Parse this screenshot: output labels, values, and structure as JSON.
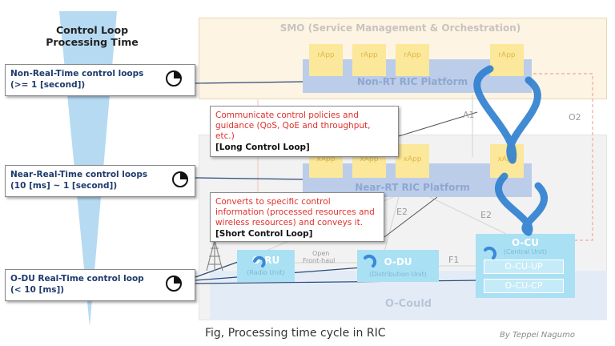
{
  "heading": {
    "line1": "Control Loop",
    "line2": "Processing Time"
  },
  "loops": [
    {
      "line1": "Non-Real-Time control loops",
      "line2": "(>= 1 [second])"
    },
    {
      "line1": "Near-Real-Time control loops",
      "line2": "(10 [ms] ~ 1 [second])"
    },
    {
      "line1": "O-DU Real-Time control loop",
      "line2": "(< 10 [ms])"
    }
  ],
  "smo": {
    "title": "SMO (Service Management & Orchestration)",
    "apps": [
      "rApp",
      "rApp",
      "rApp",
      "rApp"
    ],
    "platform": "Non-RT RIC Platform"
  },
  "near_rt": {
    "apps": [
      "xApp",
      "xApp",
      "xApp",
      "xApp"
    ],
    "platform": "Near-RT RIC Platform"
  },
  "interfaces": {
    "a1": "A1",
    "o2": "O2",
    "e2_left": "E2",
    "e2_right": "E2",
    "f1": "F1",
    "fronthaul_1": "Open",
    "fronthaul_2": "Front-haul"
  },
  "callouts": {
    "long": {
      "line1": "Communicate control policies and",
      "line2": "guidance (QoS, QoE and throughput,",
      "line3": "etc.)",
      "label": "[Long Control Loop]"
    },
    "short": {
      "line1": "Converts to specific control",
      "line2": "information (processed resources and",
      "line3": "wireless resources) and conveys it.",
      "label": "[Short Control Loop]"
    }
  },
  "nodes": {
    "oru": "O-RU",
    "oru_sub": "(Radio Unit)",
    "odu": "O-DU",
    "odu_sub": "(Distribution Unit)",
    "ocu": "O-CU",
    "ocu_sub": "(Central Unit)",
    "ocu_up": "O-CU-UP",
    "ocu_cp": "O-CU-CP",
    "cloud": "O-Could"
  },
  "caption": "Fig, Processing time cycle in RIC",
  "credit": "By Teppei Nagumo",
  "colors": {
    "loop_text": "#1f3a6e",
    "callout_red": "#e0302a",
    "app_yellow": "#fbe89a",
    "platform_blue": "#bccdea",
    "node_cyan": "#a9e0f4",
    "cycle_arrow": "#2d7fd0"
  }
}
